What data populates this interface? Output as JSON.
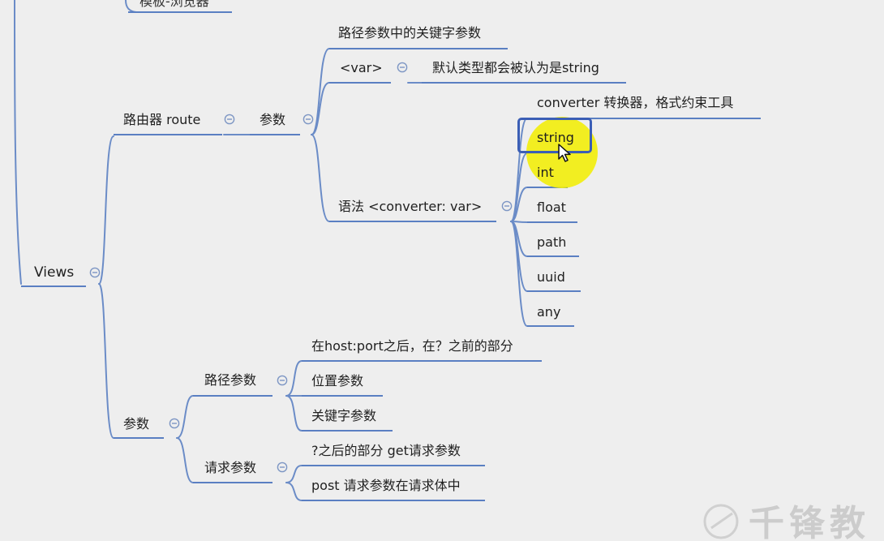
{
  "diagram": {
    "root": {
      "label": "Views"
    },
    "top_partial": {
      "label": "模板-浏览器"
    },
    "router": {
      "label": "路由器 route",
      "params": {
        "label": "参数",
        "children": [
          {
            "label": "路径参数中的关键字参数"
          },
          {
            "label": "<var>",
            "note": "默认类型都会被认为是string"
          },
          {
            "label": "语法 <converter: var>",
            "converter_title": "converter 转换器，格式约束工具",
            "types": [
              "string",
              "int",
              "float",
              "path",
              "uuid",
              "any"
            ]
          }
        ]
      }
    },
    "params": {
      "label": "参数",
      "children": [
        {
          "label": "路径参数",
          "children": [
            "在host:port之后，在？之前的部分",
            "位置参数",
            "关键字参数"
          ]
        },
        {
          "label": "请求参数",
          "children": [
            "?之后的部分 get请求参数",
            "post 请求参数在请求体中"
          ]
        }
      ]
    },
    "selected_node": "string"
  },
  "watermark": {
    "text": "千锋教"
  },
  "colors": {
    "background": "#eeeeee",
    "line": "#6b8cc7",
    "underline": "#5a7fc2",
    "highlight": "#f2ee0f",
    "selection": "#3b5eb5",
    "collapse_icon": "#7d96c4"
  }
}
